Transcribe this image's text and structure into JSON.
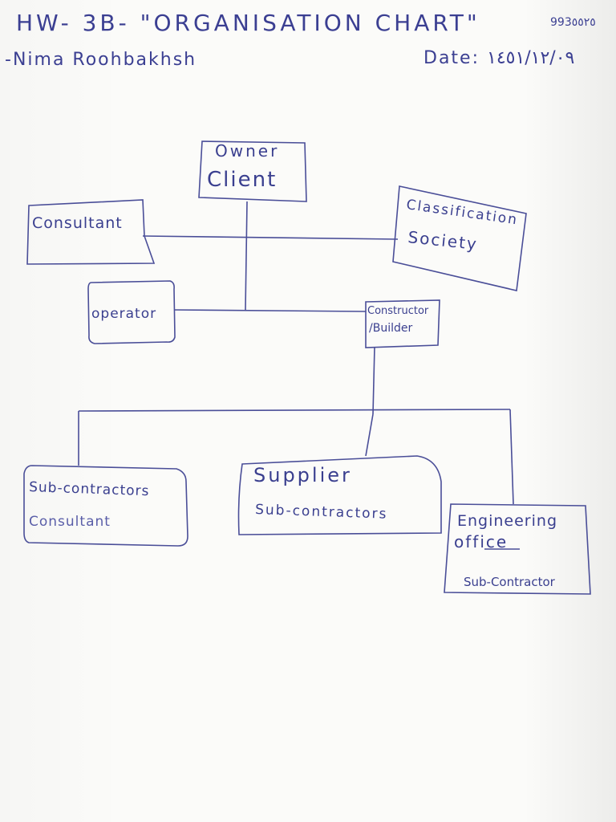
{
  "header": {
    "title": "HW- 3B- \"ORGANISATION CHART\"",
    "student_number": "993٥٥٢٥",
    "author": "-Nima Roohbakhsh",
    "date": "Date: ١٤٥١/١٢/٠٩"
  },
  "nodes": {
    "owner": {
      "line1": "Owner",
      "line2": "Client"
    },
    "consultant": {
      "line1": "Consultant"
    },
    "classification": {
      "line1": "Classification",
      "line2": "Society"
    },
    "operator": {
      "line1": "operator"
    },
    "constructor": {
      "line1": "Constructor",
      "line2": "/Builder"
    },
    "subcontractors": {
      "line1": "Sub-contractors",
      "line2": "Consultant"
    },
    "supplier": {
      "line1": "Supplier",
      "line2": "Sub-contractors"
    },
    "engineering": {
      "line1": "Engineering",
      "line2": "office",
      "line3": "Sub-Contractor"
    }
  },
  "colors": {
    "ink": "#3b3f92",
    "paper": "#fbfbf9"
  }
}
